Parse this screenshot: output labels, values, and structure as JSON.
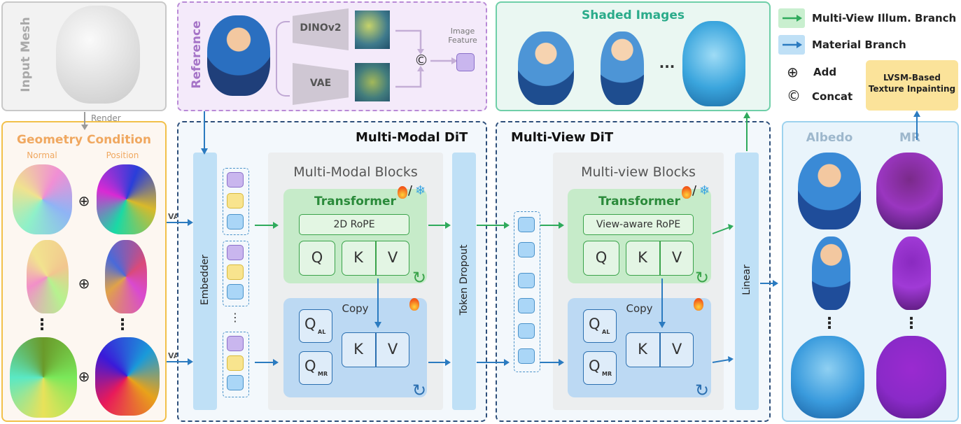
{
  "input_mesh": {
    "label": "Input Mesh",
    "render_label": "Render"
  },
  "reference": {
    "label": "Reference",
    "dinov2": "DINOv2",
    "vae": "VAE",
    "concat_symbol": "©",
    "image_feature": "Image\nFeature"
  },
  "shaded": {
    "title": "Shaded Images",
    "ellipsis": "..."
  },
  "legend": {
    "items": [
      {
        "label": "Multi-View Illum. Branch",
        "color": "#2faa5c"
      },
      {
        "label": "Material Branch",
        "color": "#2b7bc0"
      }
    ],
    "add_symbol": "⊕",
    "add_label": "Add",
    "concat_symbol": "©",
    "concat_label": "Concat",
    "lvsm": "LVSM-Based\nTexture Inpainting"
  },
  "geometry": {
    "title": "Geometry Condition",
    "normal": "Normal",
    "position": "Position",
    "plus": "⊕",
    "vdots": "⋮",
    "vae1": "VAE",
    "vae2": "VAE"
  },
  "mm_dit": {
    "title": "Multi-Modal DiT",
    "embedder": "Embedder",
    "dots": "⋮",
    "blocks_title": "Multi-Modal Blocks",
    "transformer": "Transformer",
    "rope": "2D RoPE",
    "q": "Q",
    "k": "K",
    "v": "V",
    "copy": "Copy",
    "qal": "Q",
    "qal_sub": "AL",
    "qmr": "Q",
    "qmr_sub": "MR",
    "token_dropout": "Token Dropout"
  },
  "mv_dit": {
    "title": "Multi-View DiT",
    "blocks_title": "Multi-view Blocks",
    "transformer": "Transformer",
    "rope": "View-aware RoPE",
    "q": "Q",
    "k": "K",
    "v": "V",
    "copy": "Copy",
    "qal": "Q",
    "qal_sub": "AL",
    "qmr": "Q",
    "qmr_sub": "MR",
    "linear": "Linear"
  },
  "output": {
    "albedo": "Albedo",
    "mr": "MR",
    "vdots": "⋮"
  },
  "colors": {
    "green": "#2faa5c",
    "blue": "#2b7bc0",
    "gray": "#9a9a9a"
  }
}
